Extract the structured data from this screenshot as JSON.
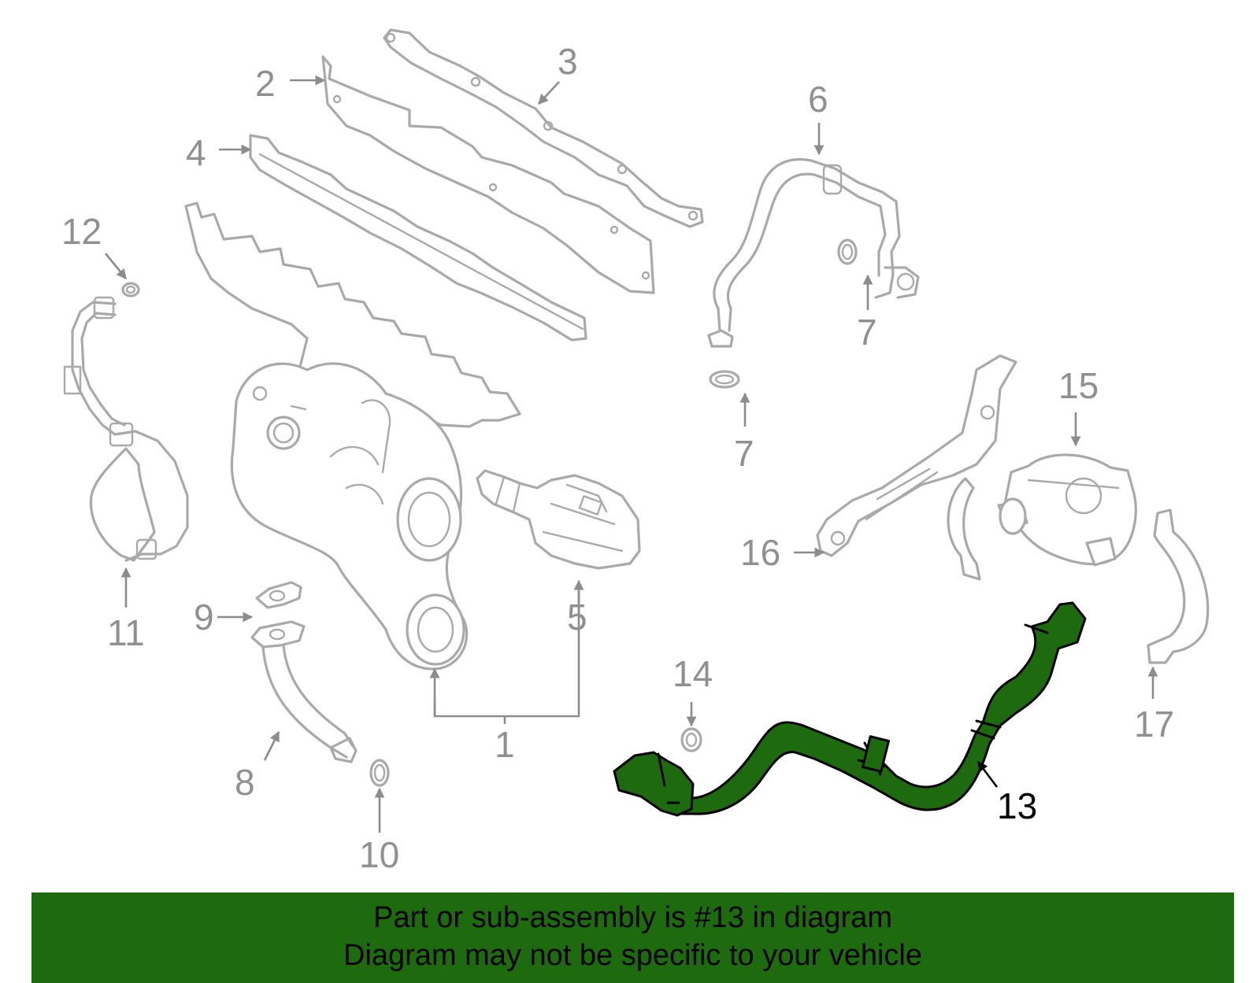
{
  "diagram": {
    "highlight_color": "#1d6b0e",
    "callouts": {
      "c1": "1",
      "c2": "2",
      "c3": "3",
      "c4": "4",
      "c5": "5",
      "c6": "6",
      "c7a": "7",
      "c7b": "7",
      "c8": "8",
      "c9": "9",
      "c10": "10",
      "c11": "11",
      "c12": "12",
      "c13": "13",
      "c14": "14",
      "c15": "15",
      "c16": "16",
      "c17": "17"
    }
  },
  "banner": {
    "line1": "Part or sub-assembly is #13 in diagram",
    "line2": "Diagram may not be specific to your vehicle",
    "background": "#1d6b0e"
  }
}
